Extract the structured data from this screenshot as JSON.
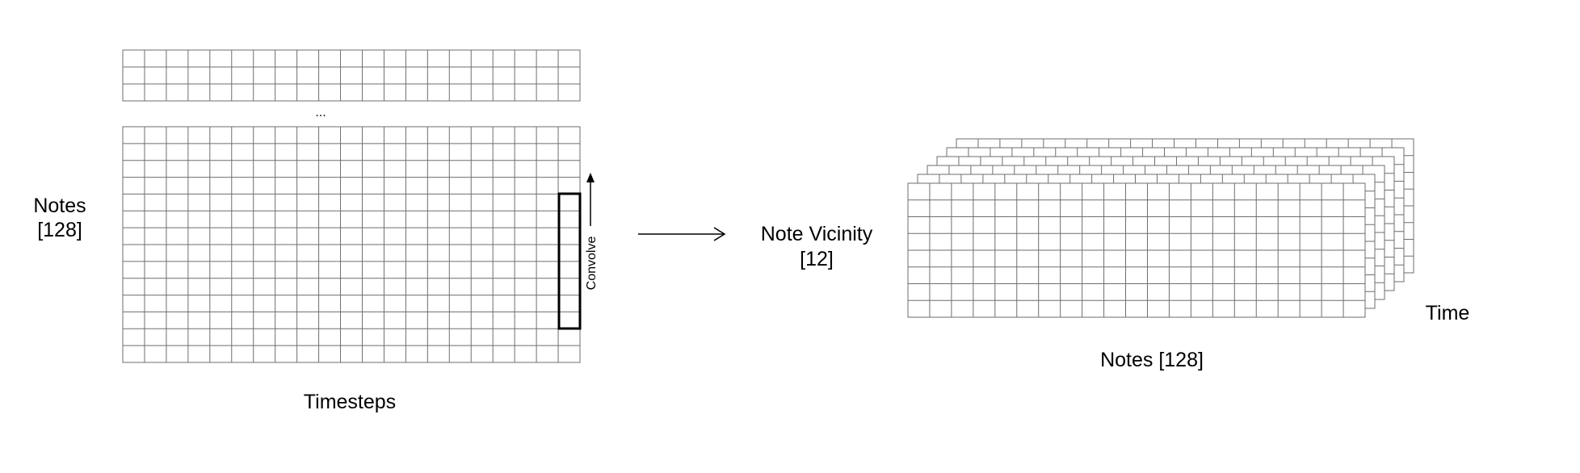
{
  "diagram": {
    "labels": {
      "notes_left_line1": "Notes",
      "notes_left_line2": "[128]",
      "timesteps": "Timesteps",
      "ellipsis": "...",
      "convolve": "Convolve",
      "note_vicinity_line1": "Note Vicinity",
      "note_vicinity_line2": "[12]",
      "time": "Time",
      "notes_bottom": "Notes [128]"
    },
    "top_grid": {
      "cols": 21,
      "rows": 3
    },
    "main_grid": {
      "cols": 21,
      "rows": 14,
      "highlighted_column": 21,
      "highlighted_rows": 8
    },
    "stack": {
      "layers": 6,
      "cols": 21,
      "rows": 8
    },
    "colors": {
      "grid_line": "#6e6e6e",
      "stroke": "#000000",
      "background": "#ffffff"
    }
  }
}
